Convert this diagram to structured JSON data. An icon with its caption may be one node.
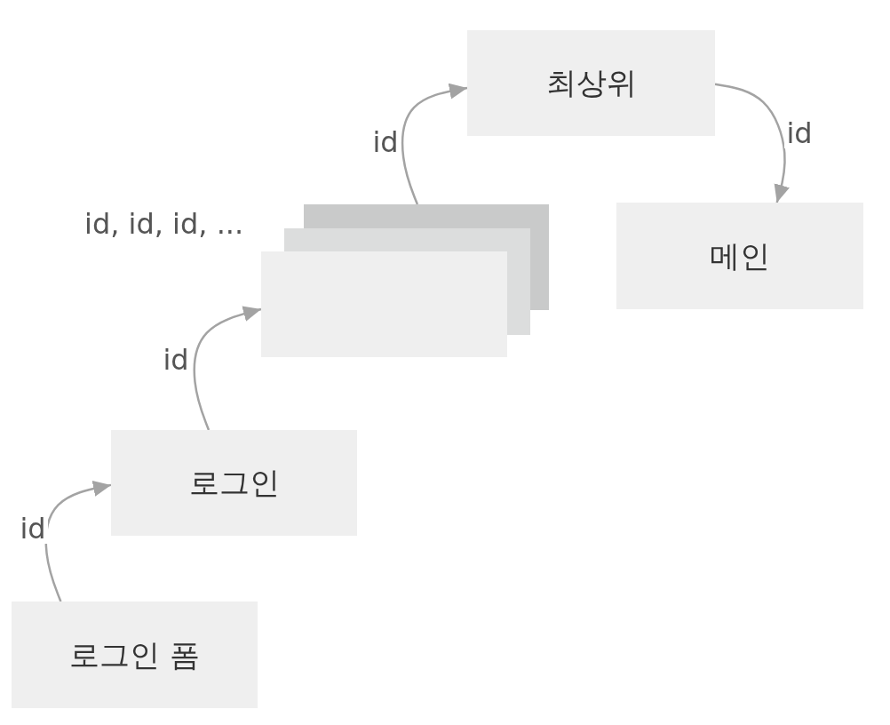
{
  "diagram": {
    "nodes": [
      {
        "text": [
          "로그인 폼"
        ]
      },
      {
        "text": [
          "로그인"
        ]
      },
      {
        "text": [],
        "shape": "box",
        "beside": [
          "id, id, id, ..."
        ]
      },
      {
        "text": [
          "최상위"
        ]
      },
      {
        "text": [
          "메인"
        ]
      }
    ],
    "edges": [
      {
        "from": 0,
        "to": 1,
        "arrow": "to",
        "label": "id"
      },
      {
        "from": 1,
        "to": 2,
        "arrow": "to",
        "label": "id"
      },
      {
        "from": 2,
        "to": 3,
        "arrow": "to",
        "label": "id"
      },
      {
        "from": 3,
        "to": 4,
        "arrow": "to",
        "label": "id"
      }
    ]
  }
}
